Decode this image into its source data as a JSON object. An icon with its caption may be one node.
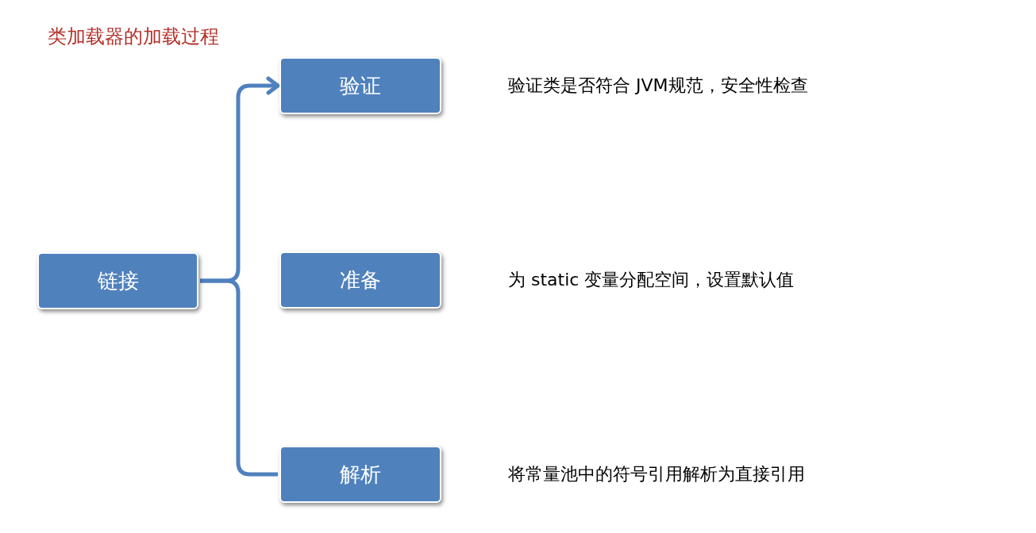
{
  "diagram": {
    "title": "类加载器的加载过程",
    "nodes": [
      {
        "text": [
          "链接"
        ]
      },
      {
        "text": [
          "验证"
        ],
        "beside": [
          "验证类是否符合 JVM规范，安全性检查"
        ]
      },
      {
        "text": [
          "准备"
        ],
        "beside": [
          "为 static 变量分配空间，设置默认值"
        ]
      },
      {
        "text": [
          "解析"
        ],
        "beside": [
          "将常量池中的符号引用解析为直接引用"
        ]
      }
    ],
    "edges": [
      {
        "from": 0,
        "to": 1,
        "arrow": "to"
      },
      {
        "from": 0,
        "to": 3,
        "arrow": "none"
      }
    ]
  }
}
